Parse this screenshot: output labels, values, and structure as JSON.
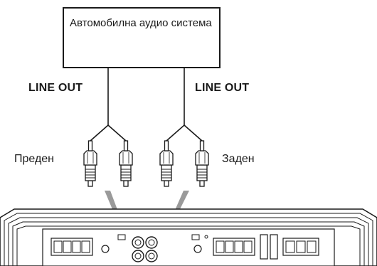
{
  "source": {
    "label": "Автомобилна аудио система"
  },
  "outputs": [
    {
      "label": "LINE OUT"
    },
    {
      "label": "LINE OUT"
    }
  ],
  "channels": {
    "front": "Преден",
    "rear": "Заден"
  },
  "colors": {
    "line": "#1a1a1a",
    "arrow": "#9a9a9a",
    "amp_body": "#ffffff",
    "amp_stroke": "#1a1a1a"
  },
  "icons": {
    "plug": "rca-plug-icon",
    "arrow": "down-arrow-icon",
    "jack": "rca-jack-icon"
  }
}
